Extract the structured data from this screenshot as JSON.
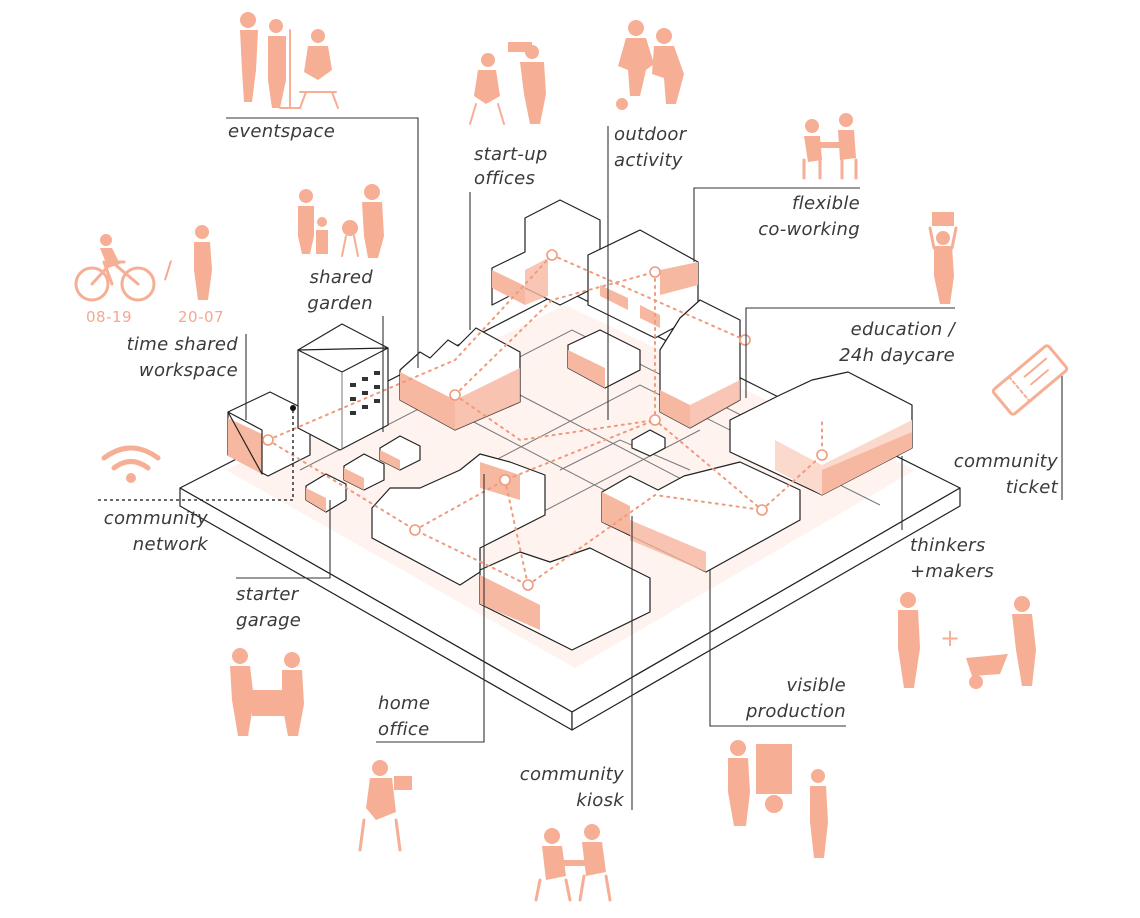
{
  "labels": {
    "eventspace": "eventspace",
    "startup_1": "start-up",
    "startup_2": "offices",
    "outdoor_1": "outdoor",
    "outdoor_2": "activity",
    "flex_1": "flexible",
    "flex_2": "co-working",
    "garden_1": "shared",
    "garden_2": "garden",
    "education_1": "education /",
    "education_2": "24h daycare",
    "timeshared_1": "time shared",
    "timeshared_2": "workspace",
    "ticket_1": "community",
    "ticket_2": "ticket",
    "network_1": "community",
    "network_2": "network",
    "thinkers_1": "thinkers",
    "thinkers_2": "+makers",
    "garage_1": "starter",
    "garage_2": "garage",
    "visible_1": "visible",
    "visible_2": "production",
    "home_1": "home",
    "home_2": "office",
    "kiosk_1": "community",
    "kiosk_2": "kiosk"
  },
  "time_labels": {
    "day": "08-19",
    "slash": "/",
    "night": "20-07"
  },
  "symbols": {
    "plus": "+"
  },
  "icons": {
    "wifi": "wifi-icon",
    "ticket": "ticket-icon",
    "bicycle": "cyclist-figure"
  },
  "colors": {
    "accent": "#f6ae94",
    "line": "#222222",
    "text": "#3a3a3a"
  }
}
